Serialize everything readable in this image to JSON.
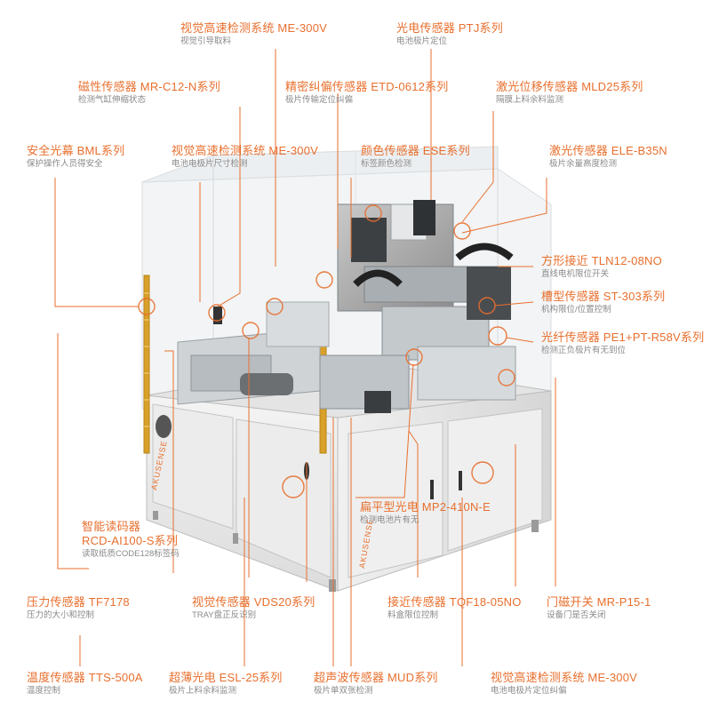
{
  "brand": "AKUSENSE",
  "accent_color": "#e86f2d",
  "callouts": [
    {
      "title": "视觉高速检测系统  ME-300V",
      "desc": "视觉引导取料"
    },
    {
      "title": "光电传感器  PTJ系列",
      "desc": "电池极片定位"
    },
    {
      "title": "磁性传感器 MR-C12-N系列",
      "desc": "检测气缸伸缩状态"
    },
    {
      "title": "精密纠偏传感器  ETD-0612系列",
      "desc": "极片传输定位纠偏"
    },
    {
      "title": "激光位移传感器 MLD25系列",
      "desc": "隔膜上料余料监测"
    },
    {
      "title": "安全光幕 BML系列",
      "desc": "保护操作人员得安全"
    },
    {
      "title": "视觉高速检测系统 ME-300V",
      "desc": "电池电极片尺寸检测"
    },
    {
      "title": "颜色传感器 ESE系列",
      "desc": "标签颜色检测"
    },
    {
      "title": "激光传感器  ELE-B35N",
      "desc": "极片余量高度检测"
    },
    {
      "title": "方形接近  TLN12-08NO",
      "desc": "直线电机限位开关"
    },
    {
      "title": "槽型传感器  ST-303系列",
      "desc": "机构限位/位置控制"
    },
    {
      "title": "光纤传感器  PE1+PT-R58V系列",
      "desc": "检测正负极片有无到位"
    },
    {
      "title": "扁平型光电  MP2-410N-E",
      "desc": "检测电池片有无"
    },
    {
      "title": "智能读码器",
      "title2": "RCD-AI100-S系列",
      "desc": "读取纸质CODE128标签码"
    },
    {
      "title": "压力传感器  TF7178",
      "desc": "压力的大小和控制"
    },
    {
      "title": "视觉传感器    VDS20系列",
      "desc": "TRAY盘正反识别"
    },
    {
      "title": "接近传感器 TQF18-05NO",
      "desc": "料盒限位控制"
    },
    {
      "title": "门磁开关  MR-P15-1",
      "desc": "设备门是否关闭"
    },
    {
      "title": "温度传感器  TTS-500A",
      "desc": "温度控制"
    },
    {
      "title": "超薄光电  ESL-25系列",
      "desc": "极片上料余料监测"
    },
    {
      "title": "超声波传感器  MUD系列",
      "desc": "极片单双张检测"
    },
    {
      "title": "视觉高速检测系统 ME-300V",
      "desc": "电池电极片定位纠偏"
    }
  ]
}
